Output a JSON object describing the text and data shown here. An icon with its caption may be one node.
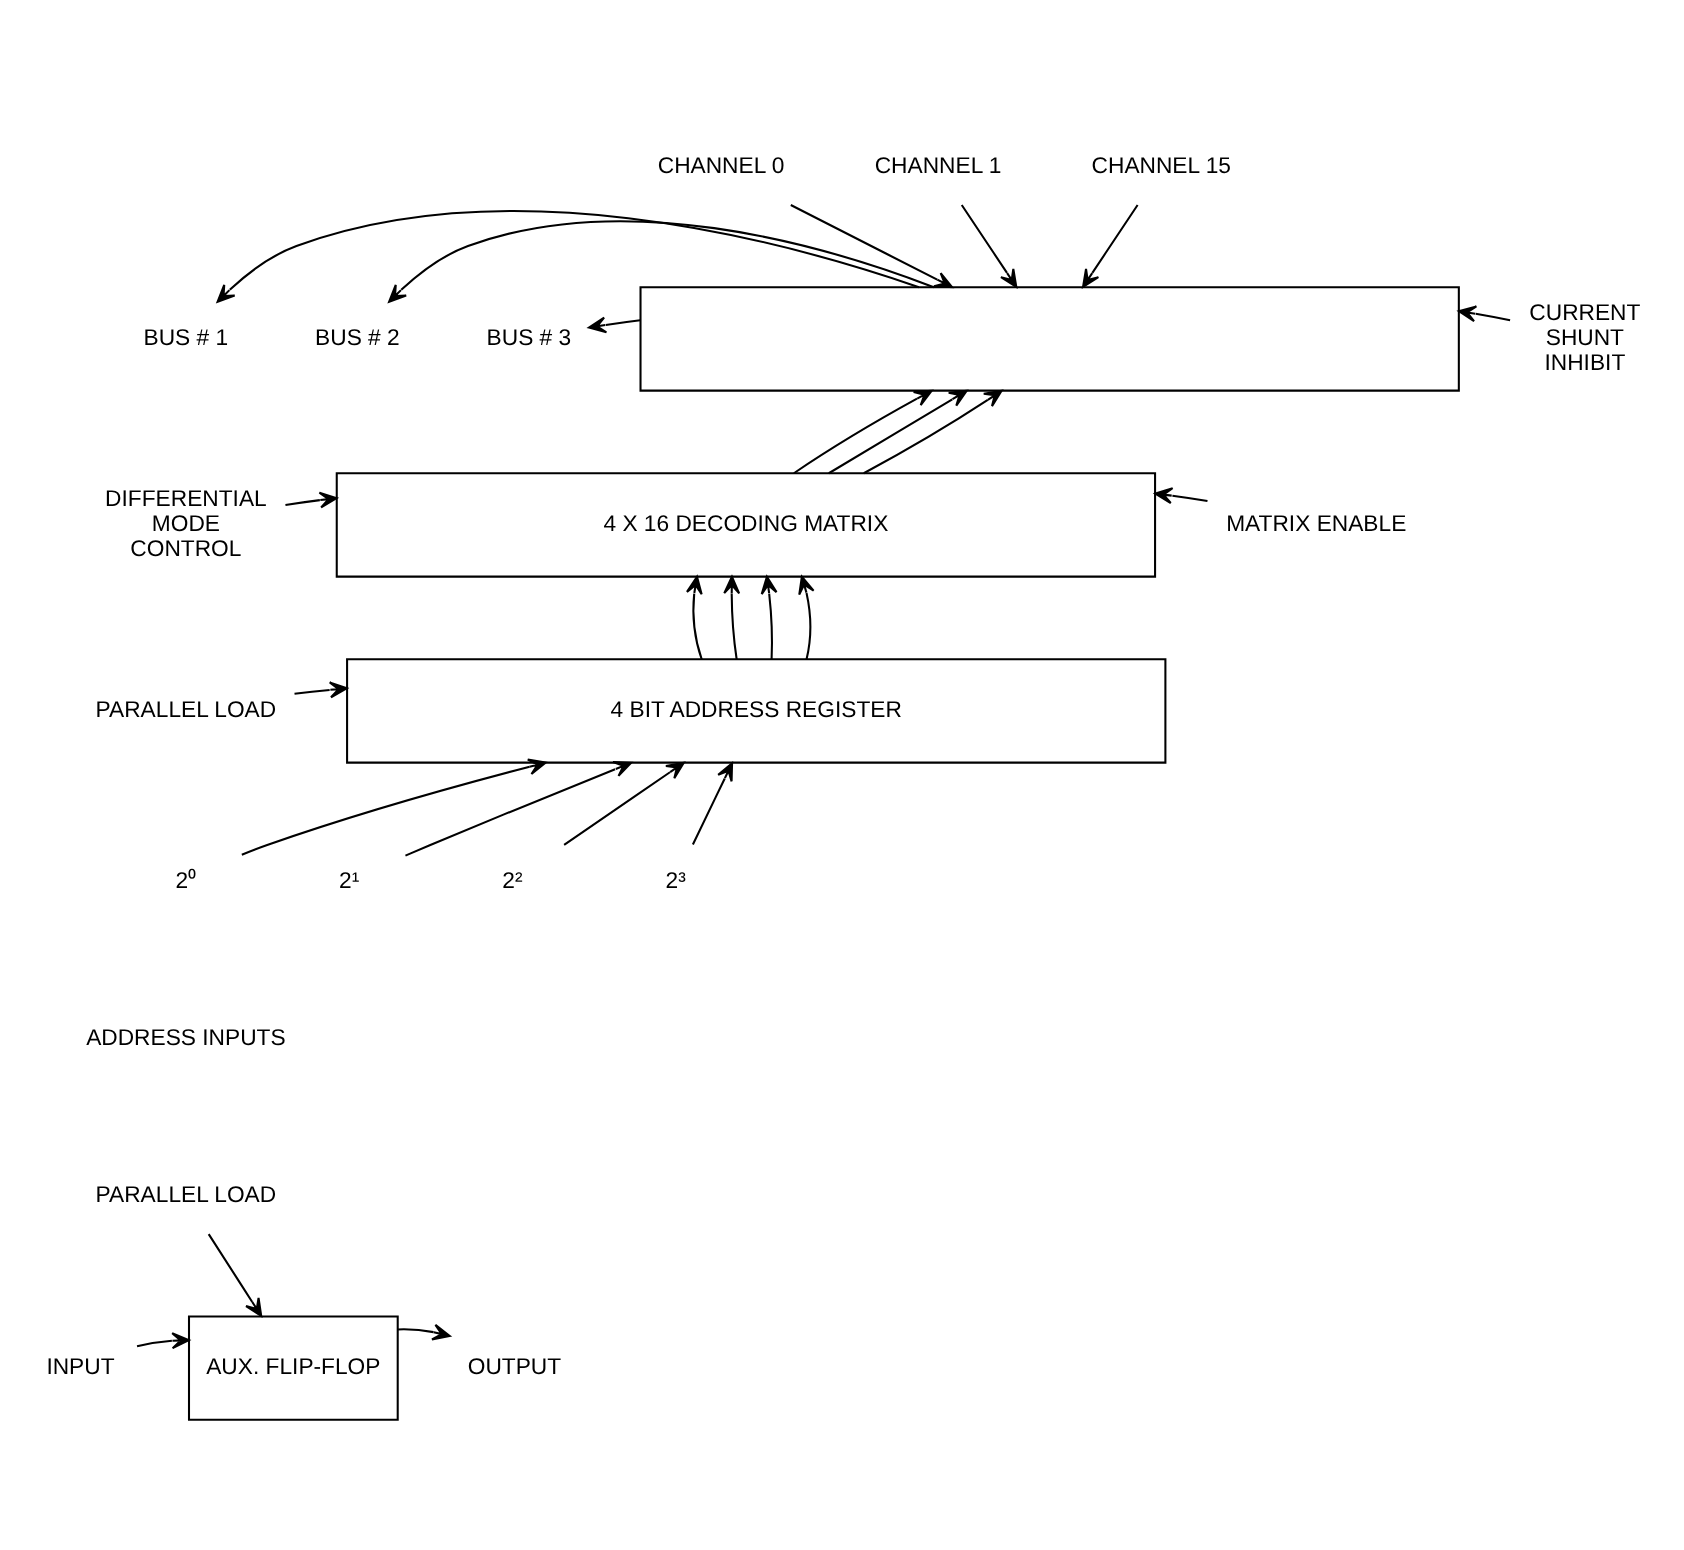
{
  "diagram": {
    "nodes": [
      {
        "text": [],
        "shape": "box"
      },
      {
        "text": [
          "CHANNEL 0"
        ]
      },
      {
        "text": [
          "CHANNEL 1"
        ]
      },
      {
        "text": [
          "CHANNEL 15"
        ]
      },
      {
        "text": [
          "BUS # 1"
        ]
      },
      {
        "text": [
          "BUS # 2"
        ]
      },
      {
        "text": [
          "BUS # 3"
        ]
      },
      {
        "text": [
          "CURRENT SHUNT INHIBIT"
        ]
      },
      {
        "text": [
          "4 X 16 DECODING MATRIX"
        ]
      },
      {
        "text": [
          "DIFFERENTIAL MODE CONTROL"
        ]
      },
      {
        "text": [
          "MATRIX ENABLE"
        ]
      },
      {
        "text": [
          "4 BIT ADDRESS REGISTER"
        ]
      },
      {
        "text": [
          "PARALLEL LOAD"
        ]
      },
      {
        "text": [
          "2⁰"
        ]
      },
      {
        "text": [
          "2¹"
        ]
      },
      {
        "text": [
          "2²"
        ]
      },
      {
        "text": [
          "2³"
        ]
      },
      {
        "text": [
          "PARALLEL LOAD"
        ]
      },
      {
        "text": [
          "INPUT"
        ]
      },
      {
        "text": [
          "AUX. FLIP-FLOP"
        ]
      },
      {
        "text": [
          "OUTPUT"
        ]
      }
    ],
    "edges": [
      {
        "from": 1,
        "to": 0,
        "arrow": "to"
      },
      {
        "from": 2,
        "to": 0,
        "arrow": "to"
      },
      {
        "from": 3,
        "to": 0,
        "arrow": "to"
      },
      {
        "from": 0,
        "to": 4,
        "arrow": "to"
      },
      {
        "from": 0,
        "to": 5,
        "arrow": "to"
      },
      {
        "from": 0,
        "to": 6,
        "arrow": "to"
      },
      {
        "from": 7,
        "to": 0,
        "arrow": "to"
      },
      {
        "from": 8,
        "to": 0,
        "arrow": "to"
      },
      {
        "from": 8,
        "to": 0,
        "arrow": "to"
      },
      {
        "from": 8,
        "to": 0,
        "arrow": "to"
      },
      {
        "from": 9,
        "to": 8,
        "arrow": "to"
      },
      {
        "from": 10,
        "to": 8,
        "arrow": "to"
      },
      {
        "from": 11,
        "to": 8,
        "arrow": "to"
      },
      {
        "from": 11,
        "to": 8,
        "arrow": "to"
      },
      {
        "from": 11,
        "to": 8,
        "arrow": "to"
      },
      {
        "from": 11,
        "to": 8,
        "arrow": "to"
      },
      {
        "from": 12,
        "to": 11,
        "arrow": "to"
      },
      {
        "from": 13,
        "to": 11,
        "arrow": "to"
      },
      {
        "from": 14,
        "to": 11,
        "arrow": "to"
      },
      {
        "from": 15,
        "to": 11,
        "arrow": "to"
      },
      {
        "from": 16,
        "to": 11,
        "arrow": "to"
      },
      {
        "from": 17,
        "to": 19,
        "arrow": "to"
      },
      {
        "from": 18,
        "to": 19,
        "arrow": "to"
      },
      {
        "from": 19,
        "to": 20,
        "arrow": "to"
      }
    ],
    "labels": [
      "ADDRESS INPUTS"
    ]
  }
}
